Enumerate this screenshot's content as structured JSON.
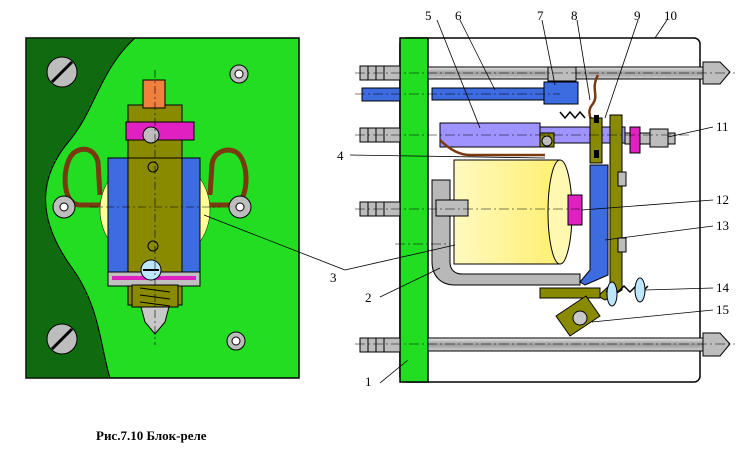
{
  "caption": "Рис.7.10 Блок-реле",
  "labels": [
    "1",
    "2",
    "3",
    "4",
    "5",
    "6",
    "7",
    "8",
    "9",
    "10",
    "11",
    "12",
    "13",
    "14",
    "15"
  ],
  "colors": {
    "board_green": "#22dd22",
    "dark_green": "#106b10",
    "coil_yellow": "#ffff99",
    "coil_blue": "#3d6be0",
    "magenta": "#e020c0",
    "olive": "#8a8a00",
    "lavender": "#9e93ff",
    "brown": "#7a3a10",
    "gray": "#b8b8b8",
    "orange": "#f08040"
  }
}
